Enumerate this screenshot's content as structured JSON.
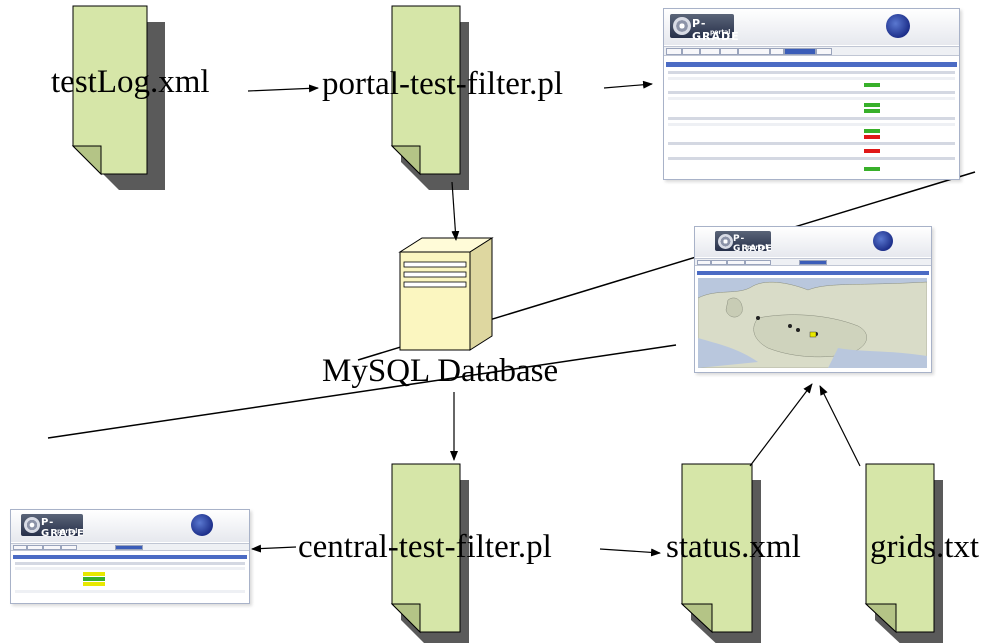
{
  "nodes": {
    "test_log": "testLog.xml",
    "portal_filter": "portal-test-filter.pl",
    "database": "MySQL Database",
    "central_filter": "central-test-filter.pl",
    "status_xml": "status.xml",
    "grids_txt": "grids.txt"
  },
  "screenshots": {
    "logo_text": "P-GRADE",
    "logo_sub": "portal"
  },
  "colors": {
    "doc_fill": "#d6e6a8",
    "doc_shadow": "#5a5a5a",
    "server_fill": "#fbf6c0",
    "status_green": "#38b02a",
    "status_red": "#e01818",
    "status_yellow": "#e8e800"
  }
}
